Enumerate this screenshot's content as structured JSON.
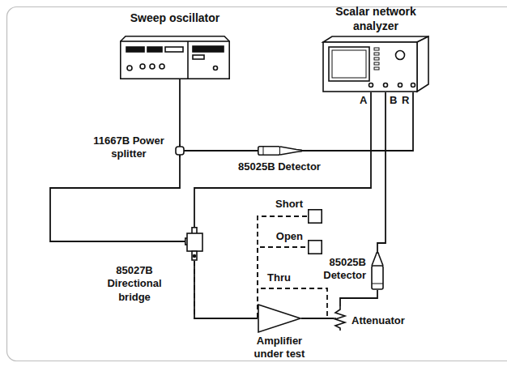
{
  "diagram": {
    "nodes": [
      {
        "text": [
          "Sweep oscillator"
        ]
      },
      {
        "text": [
          "Scalar network analyzer"
        ]
      },
      {
        "text": [
          "11667B Power splitter"
        ]
      },
      {
        "text": [
          "85025B Detector"
        ]
      },
      {
        "text": [
          "85027B Directional bridge"
        ]
      },
      {
        "text": [
          "Short"
        ]
      },
      {
        "text": [
          "Open"
        ]
      },
      {
        "text": [
          "Amplifier under test"
        ]
      },
      {
        "text": [
          "85025B Detector"
        ]
      },
      {
        "text": [
          "Attenuator"
        ]
      }
    ],
    "edges": [
      {
        "from": 0,
        "to": 2,
        "arrow": "none"
      },
      {
        "from": 2,
        "to": 3,
        "arrow": "none"
      },
      {
        "from": 3,
        "to": 1,
        "arrow": "none"
      },
      {
        "from": 2,
        "to": 4,
        "arrow": "none"
      },
      {
        "from": 4,
        "to": 1,
        "arrow": "none"
      },
      {
        "from": 4,
        "to": 5,
        "arrow": "none"
      },
      {
        "from": 4,
        "to": 6,
        "arrow": "none"
      },
      {
        "from": 4,
        "to": 7,
        "arrow": "none"
      },
      {
        "from": 4,
        "to": 9,
        "label": "Thru",
        "arrow": "none"
      },
      {
        "from": 7,
        "to": 9,
        "arrow": "none"
      },
      {
        "from": 9,
        "to": 8,
        "arrow": "none"
      },
      {
        "from": 8,
        "to": 1,
        "arrow": "none"
      }
    ],
    "labels": [
      "A",
      "B",
      "R"
    ]
  }
}
